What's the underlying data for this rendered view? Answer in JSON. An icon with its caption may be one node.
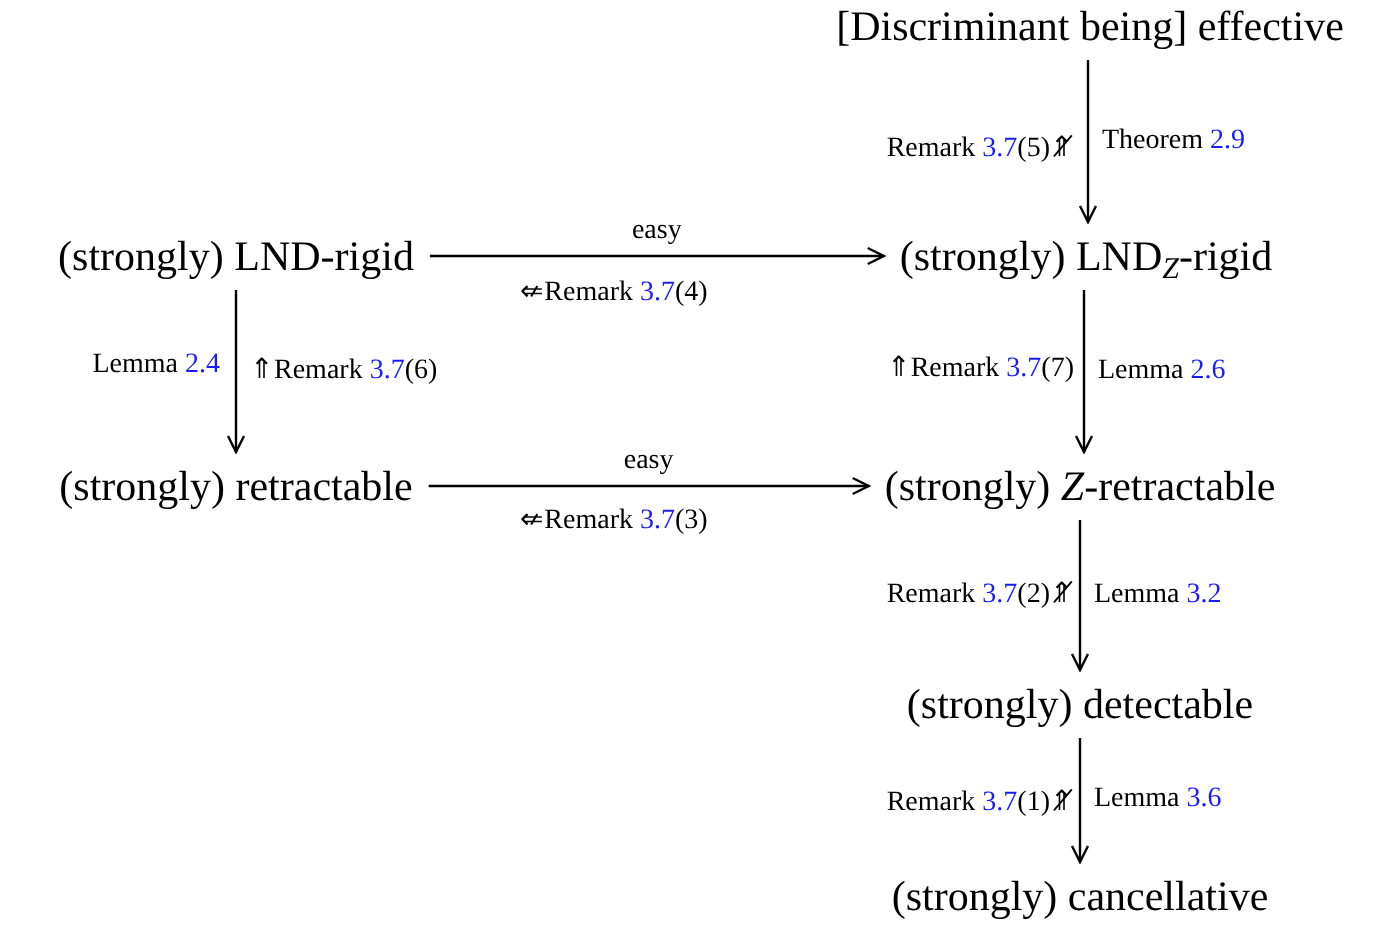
{
  "diagram": {
    "nodes": [
      {
        "text": [
          "[Discriminant being] effective"
        ]
      },
      {
        "text": [
          "(strongly) LND$_{Z}$-rigid"
        ]
      },
      {
        "text": [
          "(strongly) LND-rigid"
        ]
      },
      {
        "text": [
          "(strongly) retractable"
        ]
      },
      {
        "text": [
          "(strongly) *Z*-retractable"
        ]
      },
      {
        "text": [
          "(strongly) detectable"
        ]
      },
      {
        "text": [
          "(strongly) cancellative"
        ]
      }
    ],
    "edges": [
      {
        "from": 0,
        "to": 1,
        "arrow": "to",
        "label": "Theorem 2.9"
      },
      {
        "from": 2,
        "to": 1,
        "arrow": "to",
        "label": "easy"
      },
      {
        "from": 2,
        "to": 3,
        "arrow": "to",
        "label": "⇑Remark 3.7(6)"
      },
      {
        "from": 3,
        "to": 4,
        "arrow": "to",
        "label": "easy"
      },
      {
        "from": 1,
        "to": 4,
        "arrow": "to",
        "label": "Lemma 2.6"
      },
      {
        "from": 4,
        "to": 5,
        "arrow": "to",
        "label": "Lemma 3.2"
      },
      {
        "from": 5,
        "to": 6,
        "arrow": "to",
        "label": "Lemma 3.6"
      }
    ],
    "labels": [
      "Remark 3.7(5)⇑̸",
      "⇍Remark 3.7(4)",
      "Lemma 2.4",
      "⇑Remark 3.7(7)",
      "⇍Remark 3.7(3)",
      "Remark 3.7(2)⇑̸",
      "Remark 3.7(1)⇑̸"
    ]
  }
}
